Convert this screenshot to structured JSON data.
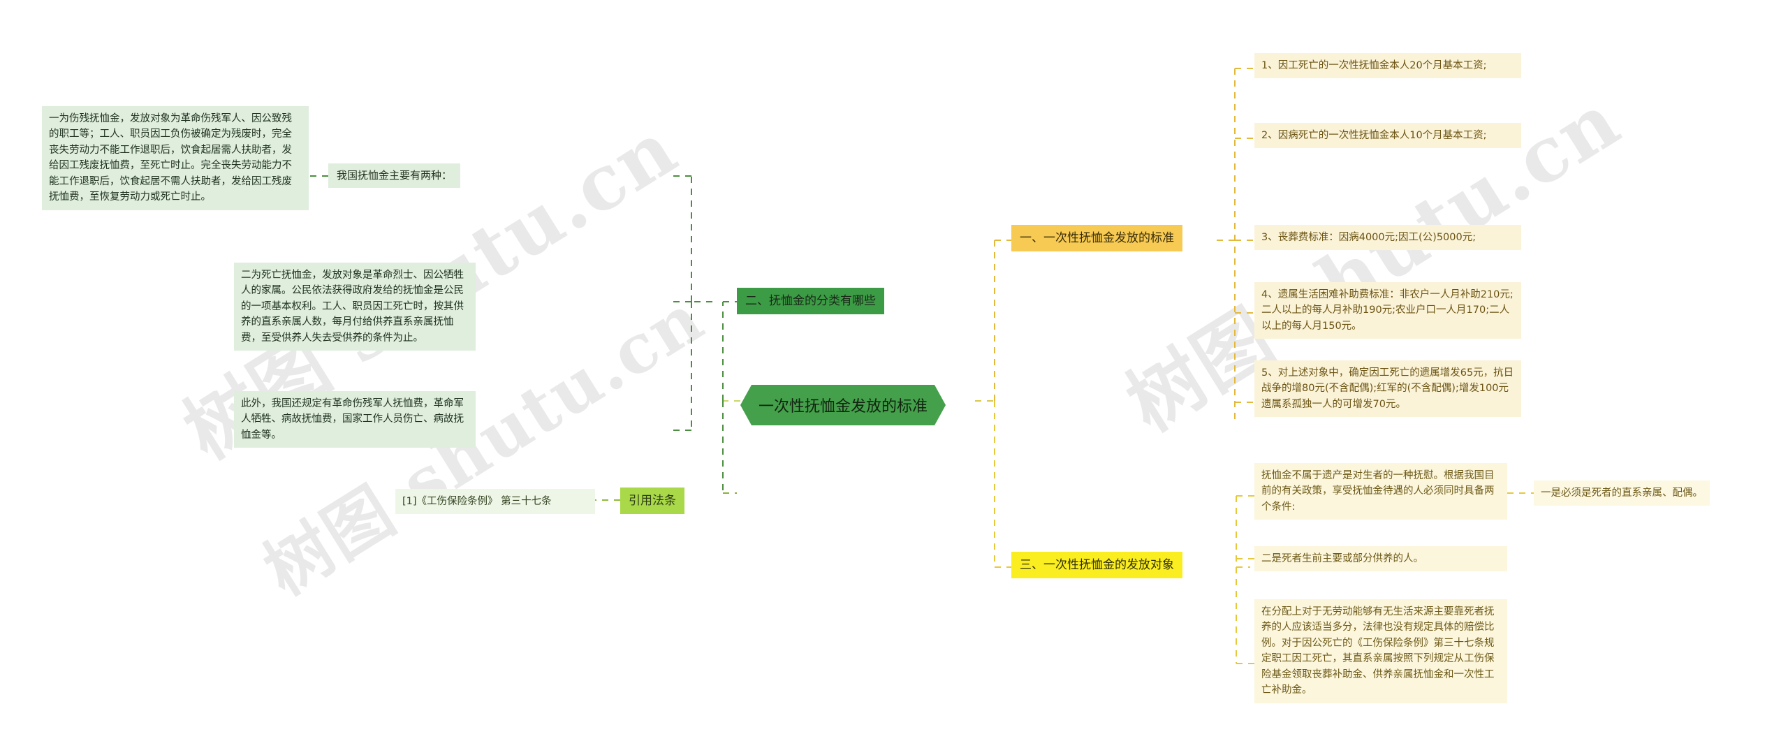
{
  "root": {
    "label": "一次性抚恤金发放的标准",
    "color": "#44a04b"
  },
  "watermarks": {
    "a": "树图 shutu.cn",
    "b": "树图 shutu.cn",
    "c": "树图 shutu.cn"
  },
  "left_branch": {
    "classification": {
      "label": "二、抚恤金的分类有哪些",
      "color": "#3c9b45"
    },
    "intro": {
      "label": "我国抚恤金主要有两种：",
      "color": "#dfeedd"
    },
    "items": [
      {
        "text": "一为伤残抚恤金，发放对象为革命伤残军人、因公致残的职工等；工人、职员因工负伤被确定为残废时，完全丧失劳动力不能工作退职后，饮食起居需人扶助者，发给因工残废抚恤费，至死亡时止。完全丧失劳动能力不能工作退职后，饮食起居不需人扶助者，发给因工残废抚恤费，至恢复劳动力或死亡时止。"
      },
      {
        "text": "二为死亡抚恤金，发放对象是革命烈士、因公牺牲人的家属。公民依法获得政府发给的抚恤金是公民的一项基本权利。工人、职员因工死亡时，按其供养的直系亲属人数，每月付给供养直系亲属抚恤费，至受供养人失去受供养的条件为止。"
      },
      {
        "text": "此外，我国还规定有革命伤残军人抚恤费，革命军人牺牲、病故抚恤费，国家工作人员伤亡、病故抚恤金等。"
      }
    ],
    "citation": {
      "label": "引用法条",
      "color": "#a9d949",
      "text": "[1]《工伤保险条例》 第三十七条"
    }
  },
  "right_branch": {
    "standard": {
      "label": "一、一次性抚恤金发放的标准",
      "color": "#f7ca54",
      "items": [
        {
          "text": "1、因工死亡的一次性抚恤金本人20个月基本工资;"
        },
        {
          "text": "2、因病死亡的一次性抚恤金本人10个月基本工资;"
        },
        {
          "text": "3、丧葬费标准：因病4000元;因工(公)5000元;"
        },
        {
          "text": "4、遗属生活困难补助费标准：非农户一人月补助210元;二人以上的每人月补助190元;农业户口一人月170;二人以上的每人月150元。"
        },
        {
          "text": "5、对上述对象中，确定因工死亡的遗属增发65元，抗日战争的增80元(不含配偶);红军的(不含配偶);增发100元遗属系孤独一人的可增发70元。"
        }
      ]
    },
    "recipients": {
      "label": "三、一次性抚恤金的发放对象",
      "color": "#fbee20",
      "items": [
        {
          "text": "抚恤金不属于遗产是对生者的一种抚慰。根据我国目前的有关政策，享受抚恤金待遇的人必须同时具备两个条件:",
          "child": "一是必须是死者的直系亲属、配偶。"
        },
        {
          "text": "二是死者生前主要或部分供养的人。"
        },
        {
          "text": "在分配上对于无劳动能够有无生活来源主要靠死者抚养的人应该适当多分，法律也没有规定具体的赔偿比例。对于因公死亡的《工伤保险条例》第三十七条规定职工因工死亡，其直系亲属按照下列规定从工伤保险基金领取丧葬补助金、供养亲属抚恤金和一次性工亡补助金。"
        }
      ]
    }
  }
}
